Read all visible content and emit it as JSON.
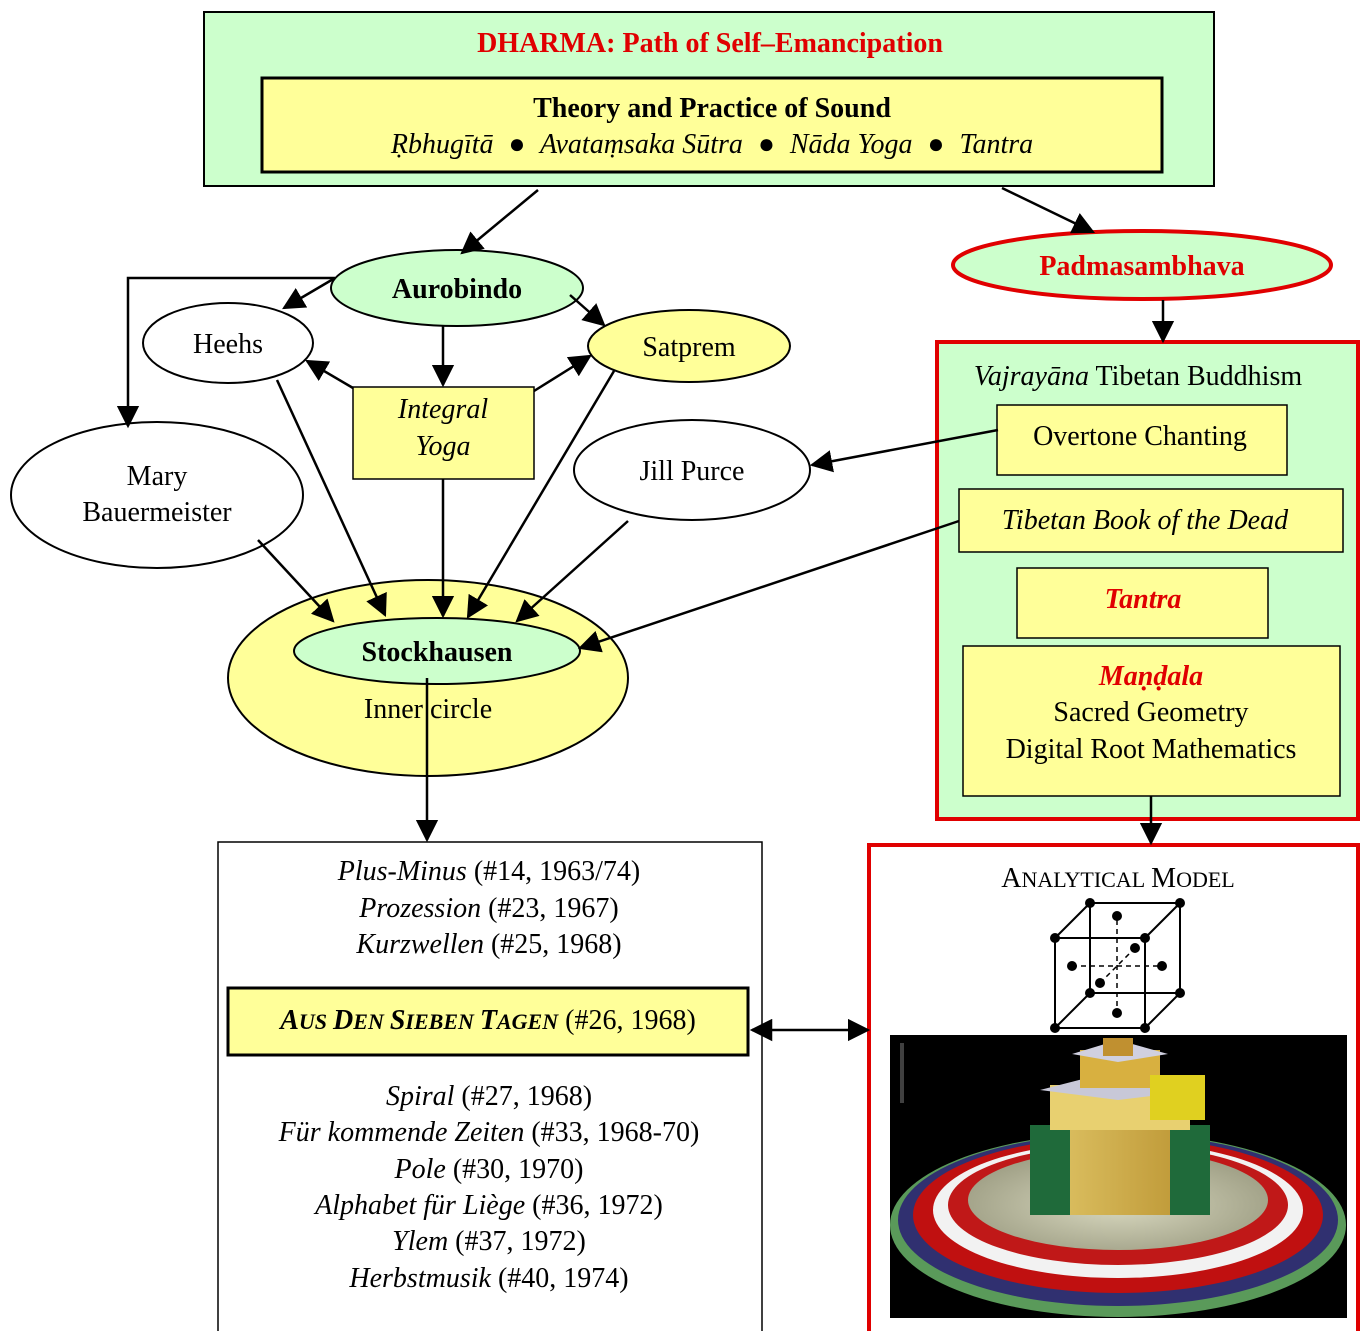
{
  "dharma": {
    "title": "DHARMA: Path of Self–Emancipation",
    "inner_title": "Theory and Practice of Sound",
    "texts": [
      "Ṛbhugītā",
      "Avataṃsaka Sūtra",
      "Nāda Yoga",
      "Tantra"
    ],
    "separator": "●"
  },
  "nodes": {
    "aurobindo": "Aurobindo",
    "heehs": "Heehs",
    "satprem": "Satprem",
    "integral_yoga_1": "Integral",
    "integral_yoga_2": "Yoga",
    "mary_1": "Mary",
    "mary_2": "Bauermeister",
    "jill": "Jill Purce",
    "stockhausen": "Stockhausen",
    "inner_circle": "Inner circle",
    "padmasambhava": "Padmasambhava"
  },
  "vajrayana": {
    "heading_italic": "Vajrayāna",
    "heading_rest": " Tibetan Buddhism",
    "overtone": "Overtone Chanting",
    "book": "Tibetan Book of the Dead",
    "tantra": "Tantra",
    "mandala": "Maṇḍala",
    "geometry": "Sacred Geometry",
    "digital_root": "Digital Root Mathematics"
  },
  "works": {
    "top": [
      {
        "title": "Plus-Minus",
        "detail": " (#14, 1963/74)"
      },
      {
        "title": "Prozession",
        "detail": " (#23, 1967)"
      },
      {
        "title": "Kurzwellen",
        "detail": " (#25, 1968)"
      }
    ],
    "highlight": {
      "words": [
        {
          "cap": "A",
          "rest": "US"
        },
        {
          "cap": "D",
          "rest": "EN"
        },
        {
          "cap": "S",
          "rest": "IEBEN"
        },
        {
          "cap": "T",
          "rest": "AGEN"
        }
      ],
      "detail": " (#26, 1968)"
    },
    "bottom": [
      {
        "title": "Spiral",
        "detail": " (#27, 1968)"
      },
      {
        "title": "Für kommende Zeiten",
        "detail": " (#33, 1968-70)"
      },
      {
        "title": "Pole",
        "detail": " (#30, 1970)"
      },
      {
        "title": "Alphabet für Liège",
        "detail": " (#36, 1972)"
      },
      {
        "title": "Ylem",
        "detail": " (#37, 1972)"
      },
      {
        "title": "Herbstmusik",
        "detail": " (#40, 1974)"
      }
    ]
  },
  "analytical_model": {
    "words": [
      {
        "cap": "A",
        "rest": "NALYTICAL"
      },
      {
        "cap": "M",
        "rest": "ODEL"
      }
    ]
  },
  "colors": {
    "light_green": "#ccffcc",
    "light_yellow": "#ffff99",
    "red": "#e00000",
    "black": "#000000"
  }
}
